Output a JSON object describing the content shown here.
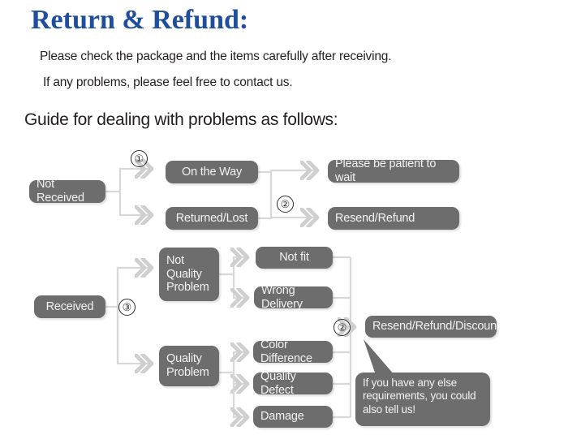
{
  "header": {
    "title": "Return & Refund:",
    "line1": "Please check the package and the items carefully after receiving.",
    "line2": "If any problems, please feel free to contact us.",
    "guide": "Guide for dealing with problems as follows:"
  },
  "colors": {
    "title": "#1f4e9c",
    "node_fill": "#6d6d6d",
    "node_text": "#f2f2f2",
    "wire": "#d4d4d4",
    "body_text": "#231f20",
    "background": "#ffffff"
  },
  "flow": {
    "nodes": {
      "not_received": "Not Received",
      "on_the_way": "On the Way",
      "returned_lost": "Returned/Lost",
      "please_wait": "Please be patient to wait",
      "resend_refund": "Resend/Refund",
      "received": "Received",
      "not_quality_problem": "Not\nQuality\nProblem",
      "quality_problem": "Quality\nProblem",
      "not_fit": "Not fit",
      "wrong_delivery": "Wrong Delivery",
      "color_difference": "Color Difference",
      "quality_defect": "Quality Defect",
      "damage": "Damage",
      "resend_refund_discount": "Resend/Refund/Discount"
    },
    "markers": {
      "one": "①",
      "two_top": "②",
      "three": "③",
      "two_bottom": "②"
    },
    "callout": "If you have any else\nrequirements, you could\nalso tell us!"
  }
}
